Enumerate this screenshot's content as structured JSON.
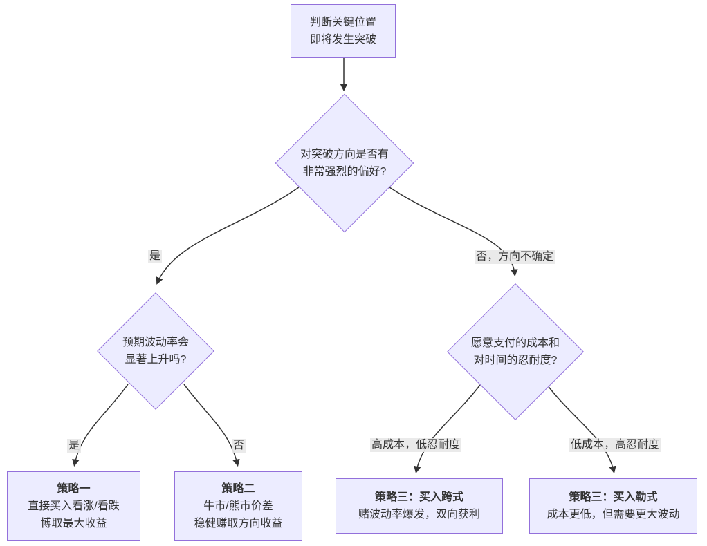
{
  "diagram": {
    "nodes": {
      "start": {
        "lines": [
          "判断关键位置",
          "即将发生突破"
        ]
      },
      "question_main": {
        "lines": [
          "对突破方向是否有",
          "非常强烈的偏好?"
        ]
      },
      "question_volatility": {
        "lines": [
          "预期波动率会",
          "显著上升吗?"
        ]
      },
      "question_cost": {
        "lines": [
          "愿意支付的成本和",
          "对时间的忍耐度?"
        ]
      },
      "strategy_one": {
        "title": "策略一",
        "lines": [
          "直接买入看涨/看跌",
          "博取最大收益"
        ]
      },
      "strategy_two": {
        "title": "策略二",
        "lines": [
          "牛市/熊市价差",
          "稳健赚取方向收益"
        ]
      },
      "strategy_three_straddle": {
        "title": "策略三：买入跨式",
        "lines": [
          "赌波动率爆发，双向获利"
        ]
      },
      "strategy_three_strangle": {
        "title": "策略三：买入勒式",
        "lines": [
          "成本更低，但需要更大波动"
        ]
      }
    },
    "edge_labels": {
      "yes_main": "是",
      "no_main": "否，方向不确定",
      "yes_volatility": "是",
      "no_volatility": "否",
      "high_cost": "高成本，低忍耐度",
      "low_cost": "低成本，高忍耐度"
    },
    "colors": {
      "node_fill": "#ECECFF",
      "node_border": "#9370DB",
      "edge_stroke": "#333333",
      "text": "#333333",
      "edge_label_bg": "#E8E8E8"
    }
  }
}
